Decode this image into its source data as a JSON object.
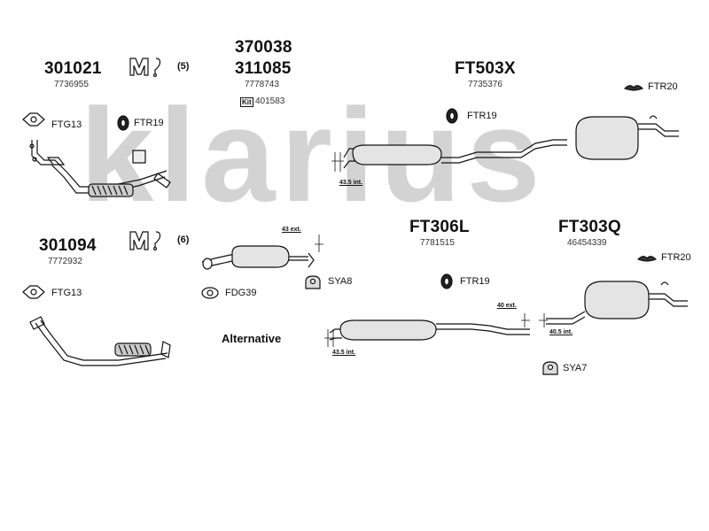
{
  "watermark": "klarius",
  "groups": {
    "front_pipe_1": {
      "part": "301021",
      "code": "7736955"
    },
    "fitting_kit_1": {
      "count": "(5)"
    },
    "centre_1": {
      "part_a": "370038",
      "part_b": "311085",
      "code": "7778743",
      "kit_tag": "Kit",
      "kit_code": "401583"
    },
    "rear_1": {
      "part": "FT503X",
      "code": "7735376"
    },
    "front_pipe_2": {
      "part": "301094",
      "code": "7772932"
    },
    "fitting_kit_2": {
      "count": "(6)"
    },
    "centre_2": {
      "part": "FT306L",
      "code": "7781515"
    },
    "rear_2": {
      "part": "FT303Q",
      "code": "46454339"
    }
  },
  "parts": {
    "ftg13_a": "FTG13",
    "ftr19_a": "FTR19",
    "ftr19_b": "FTR19",
    "ftr20_a": "FTR20",
    "ftg13_b": "FTG13",
    "fdg39": "FDG39",
    "sya8": "SYA8",
    "ftr19_c": "FTR19",
    "ftr20_b": "FTR20",
    "sya7": "SYA7"
  },
  "dimensions": {
    "d1": "43.5 int.",
    "d2": "43 ext.",
    "d3": "40 ext.",
    "d4": "40.5 int.",
    "d5": "43.5 int."
  },
  "alternative_label": "Alternative"
}
